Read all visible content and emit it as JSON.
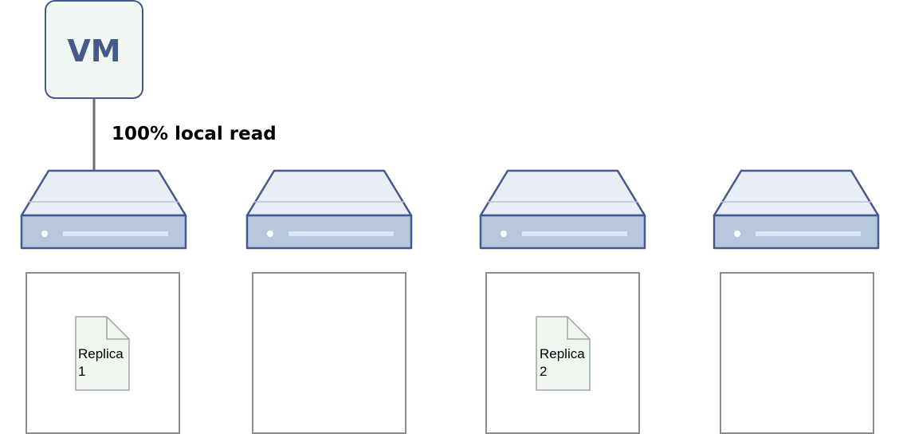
{
  "vm": {
    "label": "VM"
  },
  "link": {
    "label": "100% local read"
  },
  "hosts": [
    {
      "has_replica": true,
      "replica_lines": [
        "Replica",
        "1"
      ]
    },
    {
      "has_replica": false,
      "replica_lines": []
    },
    {
      "has_replica": true,
      "replica_lines": [
        "Replica",
        "2"
      ]
    },
    {
      "has_replica": false,
      "replica_lines": []
    }
  ],
  "colors": {
    "vm_fill": "#f1f8f3",
    "vm_stroke": "#44598c",
    "vm_text": "#44598c",
    "server_top": "#e9edf4",
    "server_front": "#b6c7de",
    "server_stroke": "#44598c",
    "server_slot": "#dce6f1",
    "connector": "#6b6b6b",
    "disk_stroke": "#8c8c8c",
    "file_fill": "#eef6ef",
    "file_stroke": "#9aa59c"
  }
}
